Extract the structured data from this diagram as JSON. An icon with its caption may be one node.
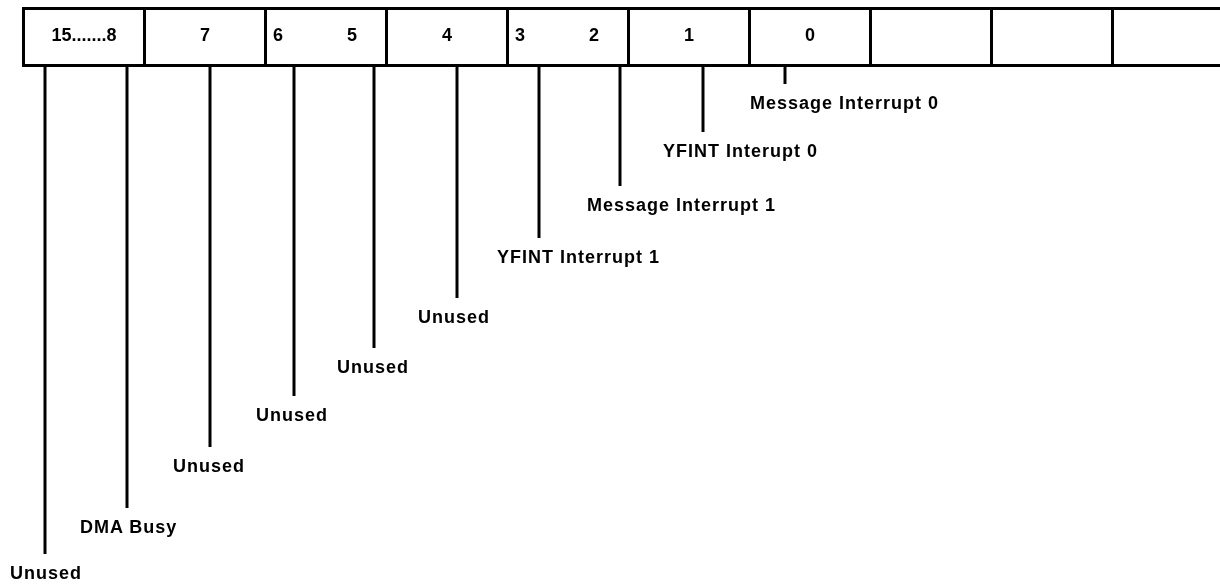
{
  "diagram": {
    "nodes": [
      {
        "text": [
          "15.......8"
        ]
      },
      {
        "text": [
          "7"
        ]
      },
      {
        "text": [
          "6",
          "5"
        ]
      },
      {
        "text": [
          "4"
        ]
      },
      {
        "text": [
          "3",
          "2"
        ]
      },
      {
        "text": [
          "1"
        ]
      },
      {
        "text": [
          "0"
        ]
      },
      {
        "text": [],
        "shape": "box"
      },
      {
        "text": [],
        "shape": "box"
      },
      {
        "text": [],
        "shape": "box"
      },
      {
        "text": [
          "Message Interrupt 0"
        ]
      },
      {
        "text": [
          "YFINT Interupt 0"
        ]
      },
      {
        "text": [
          "Message Interrupt 1"
        ]
      },
      {
        "text": [
          "YFINT Interrupt 1"
        ]
      },
      {
        "text": [
          "Unused"
        ]
      },
      {
        "text": [
          "Unused"
        ]
      },
      {
        "text": [
          "Unused"
        ]
      },
      {
        "text": [
          "Unused"
        ]
      },
      {
        "text": [
          "DMA Busy"
        ]
      },
      {
        "text": [
          "Unused"
        ]
      }
    ],
    "edges": [
      {
        "from": 10,
        "to": 6,
        "arrow": "none"
      },
      {
        "from": 11,
        "to": 5,
        "arrow": "none"
      },
      {
        "from": 12,
        "to": 4,
        "arrow": "none"
      },
      {
        "from": 13,
        "to": 4,
        "arrow": "none"
      },
      {
        "from": 14,
        "to": 3,
        "arrow": "none"
      },
      {
        "from": 15,
        "to": 2,
        "arrow": "none"
      },
      {
        "from": 16,
        "to": 2,
        "arrow": "none"
      },
      {
        "from": 17,
        "to": 1,
        "arrow": "none"
      },
      {
        "from": 18,
        "to": 0,
        "arrow": "none"
      },
      {
        "from": 19,
        "to": 0,
        "arrow": "none"
      }
    ]
  }
}
